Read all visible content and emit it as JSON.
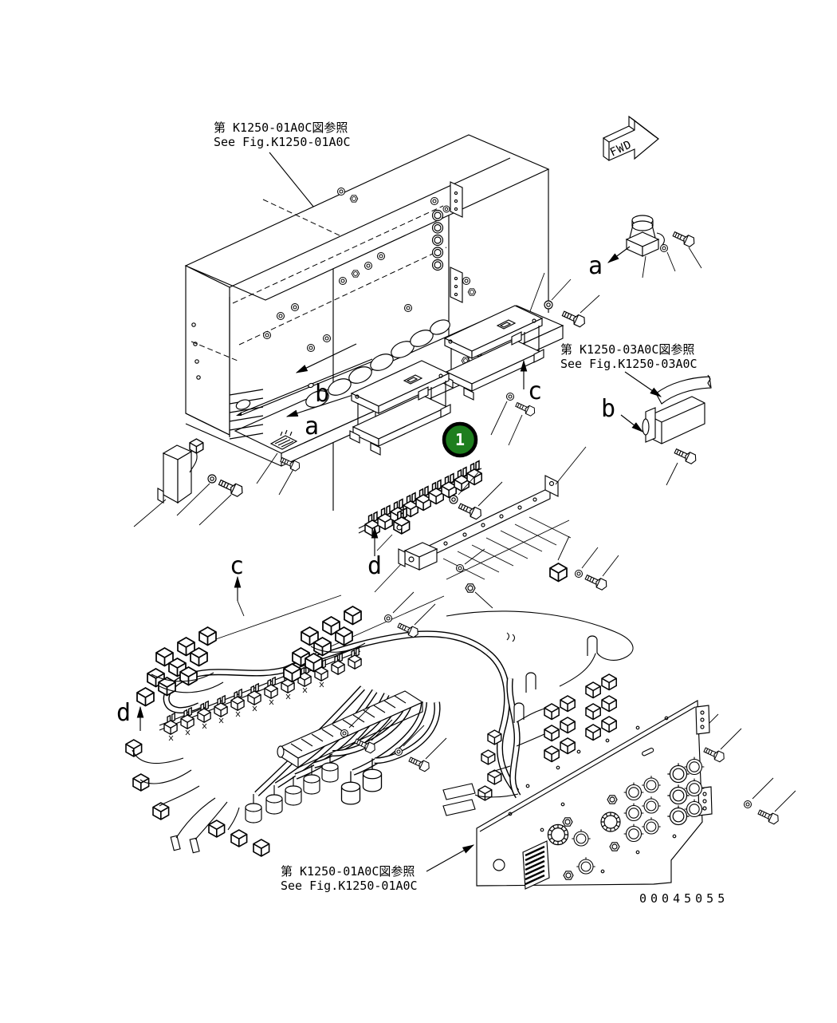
{
  "figure": {
    "doc_number": "00045055",
    "references": {
      "top": {
        "jp": "第 K1250-01A0C図参照",
        "en": "See Fig.K1250-01A0C"
      },
      "right": {
        "jp": "第 K1250-03A0C図参照",
        "en": "See Fig.K1250-03A0C"
      },
      "bottom": {
        "jp": "第 K1250-01A0C図参照",
        "en": "See Fig.K1250-01A0C"
      }
    },
    "direction_arrow": {
      "label": "FWD"
    },
    "callout": {
      "number": "1",
      "fill": "#1e7e1e",
      "ring": "#000000"
    },
    "view_labels": {
      "b_cabinet": "b",
      "a_cabinet": "a",
      "a_upper_right": "a",
      "c_middle": "c",
      "b_right": "b",
      "d_middle": "d",
      "c_lower": "c",
      "d_lower": "d"
    }
  }
}
